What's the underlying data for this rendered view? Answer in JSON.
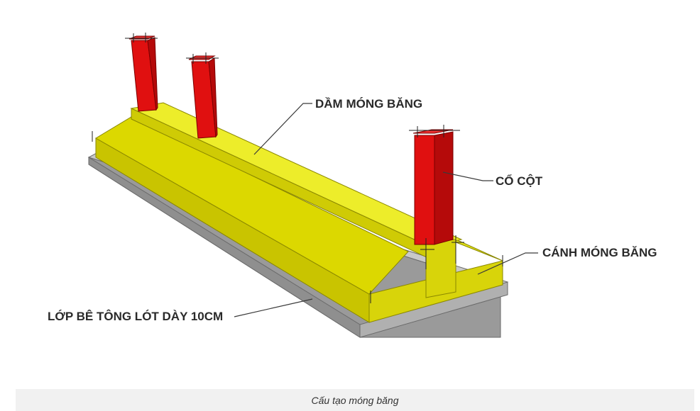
{
  "diagram": {
    "labels": {
      "beam": "DẦM MÓNG BĂNG",
      "column_neck": "CỔ CỘT",
      "wing": "CÁNH MÓNG BĂNG",
      "lean_concrete": "LỚP BÊ TÔNG LÓT DÀY 10CM"
    },
    "colors": {
      "footing_top": "#e6e619",
      "footing_side": "#c9c400",
      "footing_end": "#d8d40a",
      "column_front": "#e01010",
      "column_side": "#b50a0a",
      "base_top": "#c8c8c8",
      "base_side": "#8f8f8f"
    }
  },
  "caption": {
    "text": "Cấu tạo móng băng"
  }
}
